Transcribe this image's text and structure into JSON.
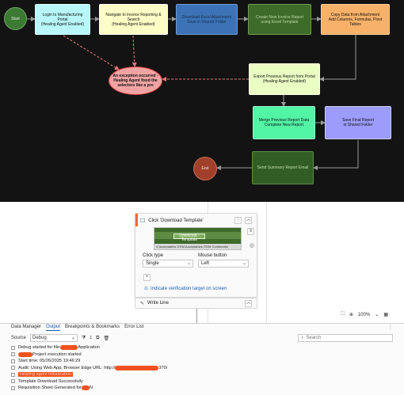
{
  "flowchart": {
    "start_label": "Start",
    "end_label": "End",
    "steps": [
      {
        "id": "login",
        "label": "Login to Manufacturing Portal\n(Healing Agent Enabled)",
        "color": "#b7f7f9"
      },
      {
        "id": "navigate",
        "label": "Navigate to Invoice Reporting & Search\n(Healing Agent Enabled)",
        "color": "#fdfdc6"
      },
      {
        "id": "download",
        "label": "Download Excel Attachment\nSave in Shared Folder",
        "color": "#3b73b6"
      },
      {
        "id": "create",
        "label": "Create New Invoice Report\nusing Excel Template",
        "color": "#3f6b2a"
      },
      {
        "id": "copy",
        "label": "Copy Data from Attachment\nAdd Columns, Formulas, Pivot Tables",
        "color": "#f7b169"
      },
      {
        "id": "export",
        "label": "Export Previous Report from Portal\n(Healing Agent Enabled)",
        "color": "#eafec3"
      },
      {
        "id": "merge",
        "label": "Merge Previous Report Data\nComplete New Report",
        "color": "#52f4a5"
      },
      {
        "id": "save",
        "label": "Save Final Report\nin Shared Folder",
        "color": "#9b9cfb"
      },
      {
        "id": "email",
        "label": "Send Summary Report Email",
        "color": "#325e25"
      }
    ],
    "exception_label": "An exception occurred -\nHealing Agent fixed the\nselectors like a pro",
    "colors": {
      "start": "#3c7a34",
      "end": "#a0402a",
      "exception": "#f1a3a3",
      "exception_border": "#d94141",
      "arrow": "#9a9a9a",
      "dashed": "#e07a7a"
    }
  },
  "designer": {
    "activity_title": "Click 'Download Template'",
    "button_text": "Download - Template",
    "strip_text": "V Acceptables ITEM   Acceptables ITEM   Confirmatio",
    "click_type_label": "Click type",
    "click_type_value": "Single",
    "mouse_button_label": "Mouse button",
    "mouse_button_value": "Left",
    "verify_link": "Indicate verification target on screen",
    "writeline_title": "Write Line",
    "zoom": "100%"
  },
  "output": {
    "tabs": [
      "Data Manager",
      "Output",
      "Breakpoints & Bookmarks",
      "Error List"
    ],
    "active_tab": "Output",
    "source_label": "Source",
    "source_value": "Debug",
    "filter_count": "1",
    "search_placeholder": "Search",
    "logs": [
      {
        "pre": "Debug started for file: ",
        "redact": 22,
        "post": " Application"
      },
      {
        "pre": "",
        "redact": 18,
        "post": " Project execution started"
      },
      {
        "pre": "Start time: 05/26/2025 19:46:29",
        "redact": 0,
        "post": ""
      },
      {
        "pre": "Audit: Using Web App, Browser Edge URL: http://",
        "redact": 55,
        "post": "370/"
      },
      {
        "pre": "Healing agent initialization",
        "redact": 0,
        "post": "",
        "warn": true
      },
      {
        "pre": "Template Download Successfully",
        "redact": 0,
        "post": ""
      },
      {
        "pre": "Requisition Sheet Generated for ",
        "redact": 10,
        "post": "N"
      }
    ]
  }
}
